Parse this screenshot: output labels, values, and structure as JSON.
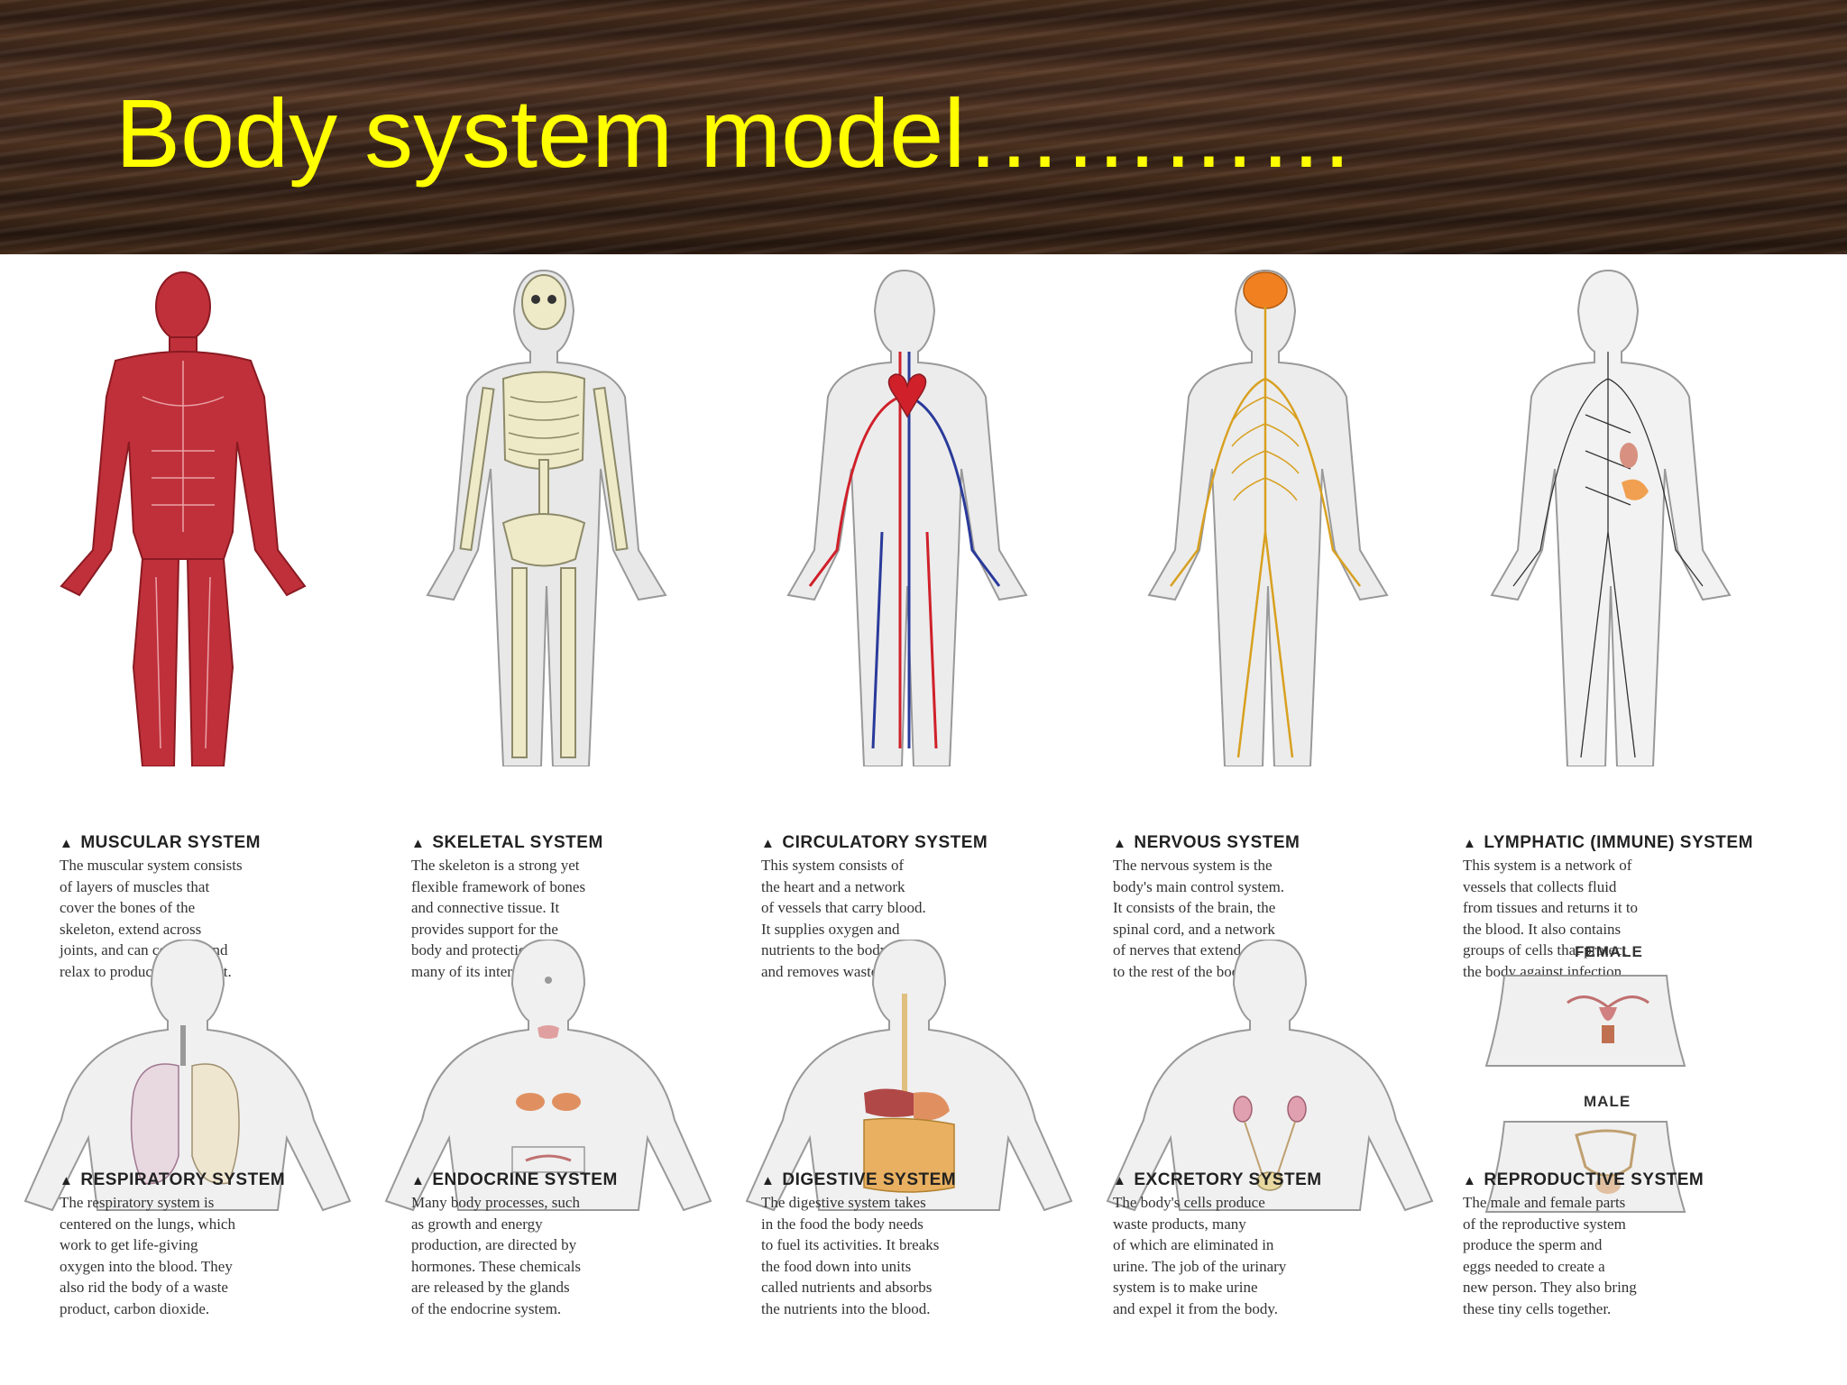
{
  "slide": {
    "title": "Body system model…………"
  },
  "systems": [
    {
      "name": "MUSCULAR SYSTEM",
      "lines": [
        "The muscular system consists",
        "of layers of muscles that",
        "cover the bones of the",
        "skeleton, extend across",
        "joints, and can contract and",
        "relax to produce movement."
      ]
    },
    {
      "name": "SKELETAL SYSTEM",
      "lines": [
        "The skeleton is a strong yet",
        "flexible framework of bones",
        "and connective tissue. It",
        "provides support for the",
        "body and protection for",
        "many of its internal parts."
      ]
    },
    {
      "name": "CIRCULATORY SYSTEM",
      "lines": [
        "This system consists of",
        "the heart and a network",
        "of vessels that carry blood.",
        "It supplies oxygen and",
        "nutrients to the body's cells",
        "and removes waste products."
      ]
    },
    {
      "name": "NERVOUS SYSTEM",
      "lines": [
        "The nervous system is the",
        "body's main control system.",
        "It consists of the brain, the",
        "spinal cord, and a network",
        "of nerves that extend out",
        "to the rest of the body."
      ]
    },
    {
      "name": "LYMPHATIC (IMMUNE) SYSTEM",
      "lines": [
        "This system is a network of",
        "vessels that collects fluid",
        "from tissues and returns it to",
        "the blood. It also contains",
        "groups of cells that protect",
        "the body against infection."
      ]
    },
    {
      "name": "RESPIRATORY SYSTEM",
      "lines": [
        "The respiratory system is",
        "centered on the lungs, which",
        "work to get life-giving",
        "oxygen into the blood. They",
        "also rid the body of a waste",
        "product, carbon dioxide."
      ]
    },
    {
      "name": "ENDOCRINE SYSTEM",
      "lines": [
        "Many body processes, such",
        "as growth and energy",
        "production, are directed by",
        "hormones. These chemicals",
        "are released by the glands",
        "of the endocrine system."
      ]
    },
    {
      "name": "DIGESTIVE SYSTEM",
      "lines": [
        "The digestive system takes",
        "in the food the body needs",
        "to fuel its activities. It breaks",
        "the food down into units",
        "called nutrients and absorbs",
        "the nutrients into the blood."
      ]
    },
    {
      "name": "EXCRETORY SYSTEM",
      "lines": [
        "The body's cells produce",
        "waste products, many",
        "of which are eliminated in",
        "urine. The job of the urinary",
        "system is to make urine",
        "and expel it from the body."
      ]
    },
    {
      "name": "REPRODUCTIVE SYSTEM",
      "lines": [
        "The male and female parts",
        "of the reproductive system",
        "produce the sperm and",
        "eggs needed to create a",
        "new person. They also bring",
        "these tiny cells together."
      ]
    }
  ],
  "labels": {
    "female": "FEMALE",
    "male": "MALE"
  },
  "colors": {
    "title": "#ffff00",
    "muscle": "#c0303a",
    "bone": "#e8e4c8",
    "artery": "#d0202a",
    "vein": "#2a3a9a",
    "nerve": "#d8a020",
    "brain": "#f08020"
  }
}
